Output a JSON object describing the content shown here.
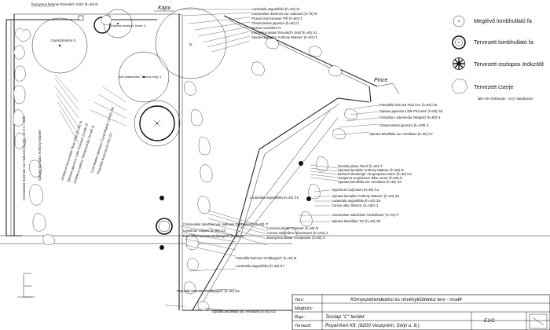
{
  "gate_label": "Kapu",
  "cellar_label": "Pince",
  "legend": {
    "items": [
      {
        "label": "Meglévő lombhullató fa",
        "icon": "existing-deciduous-tree-icon"
      },
      {
        "label": "Tervezett lombhullató fa",
        "icon": "planned-deciduous-tree-icon"
      },
      {
        "label": "Tervezett oszlopos örökzöld",
        "icon": "planned-columnar-evergreen-icon"
      },
      {
        "label": "Tervezett cserje",
        "icon": "planned-shrub-icon"
      }
    ],
    "note": "latin név (Stílusváz - cm) / darabszám"
  },
  "trees": [
    {
      "label": "Cserszömörce /1"
    },
    {
      "label": "Fraxinus excelsior 'Aurea' /1"
    },
    {
      "label": "fa"
    },
    {
      "label": "Acer platanoides 'Crimson King' /1"
    }
  ],
  "labels_top": [
    "Euonymus fortunei 'Emerald'n Gold' (h=40) /8",
    "Lavandula angustifolia (h=40) /11",
    "Cotoneaster dammeri var. radicans (h=70) /8",
    "Prunus laurocerasus 'Pill' (h=60) /1",
    "Chaenomeles japonica (h=60) /1",
    "Prunus cerasifera /1",
    "Euonymus alatus 'Emerald'n Gold' (h=40) /11",
    "Spiraea bumalda 'Anthony Waterer' (h=60) /1"
  ],
  "labels_right": [
    "Potentilla fruticosa 'Red Ace' (h=40) /15",
    "Spiraea japonica 'Little Princess' (h=50) /15",
    "Forsythia x intermedia 'Minigold' (h=60) /1",
    "Chaenomeles japonica (h=100) /1",
    "Spiraea betulifolia var. Aemiliana (h=40) /17",
    "Genista pilosa 'Nicol' (h=40) /7",
    "Spiraea bumalda 'Anthony Waterer' (h=50) /8",
    "Berberis thunbergii 'Atropurpurea Nana' (h=40) /12",
    "Juniperus scopulorum 'Blue Arrow' (h=60) /3",
    "Spiraea betulifolia var. Aemiliana (h=40) /10",
    "Hypericum calycinum (h=30) /14",
    "Spiraea bumalda 'Anthony Waterer' (h=40) /15",
    "Lavandula angustifolia (h=40) /18",
    "Cornus alba 'Sibirica' (h=100) /1",
    "Cotoneaster salicifolius 'Herbstfeuer' (h=70) /7",
    "Spiraea betulifolia 'Tor' (h=40) /20"
  ],
  "labels_middle": [
    "Lavandula angustifolia (h=40) /15",
    "Cotoneaster dammeri var. radicans 'Parkteppich' (h=60) /7",
    "Ligustrum vulgare (h=60) /13",
    "Potentilla fruticosa 'Goldteppich' (h=40) /8",
    "Lonicera pileata 'Tasaras' (h=40) /9",
    "Cornus stolonifera 'Flaviramea' (h=100) /1",
    "Euonymus alatus 'Compactus' (h=80) /1",
    "Potentilla fruticosa 'Goldteppich' (h=40) /6",
    "Lavandula angustifolia (h=40) /17",
    "Potentilla fruticosa 'Goldteppich' (h=40) /15",
    "Spiraea betulifolia var. Aemiliana (h=40) /10"
  ],
  "labels_left": [
    "Cotoneaster dammeri var. radicans (h=60) - 40 d-1 / 15db",
    "Spiraea bumalda 'Anthony Waterer'",
    "Juniperus horizontalis 'Blue Chip' (h=40) /6",
    "Spiraea japonica 'Little Princess' (h=40) /8",
    "Juniperus sabina 'Tamariscifolia' (h=40) /6",
    "Cotoneaster dammeri 'Coral Beauty' (h=60) /10",
    "Potentilla fruticosa (h=40) /12"
  ],
  "title_block": {
    "rows": [
      {
        "label": "Terv:",
        "value": "Környezetrendezési és növénykiültetési terv - mod4"
      },
      {
        "label": "Megbízó:",
        "value": ""
      },
      {
        "label": "Rajz:",
        "value": "Tervlap \"C\" terület"
      },
      {
        "label": "Tervező:",
        "value": "Royal-Kert Kft. (8200 Veszprém, Sólyi u. 8.)"
      }
    ],
    "sheet": "E1/C"
  },
  "north_symbol": "E"
}
